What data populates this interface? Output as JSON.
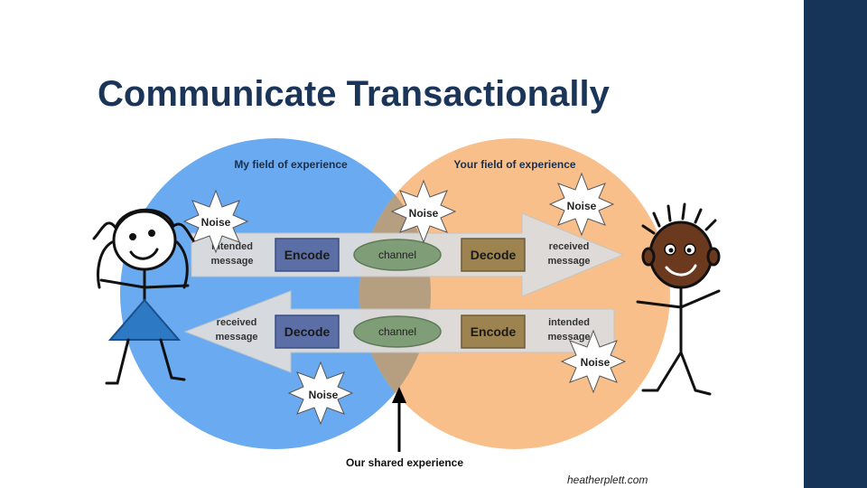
{
  "slide": {
    "title": "Communicate Transactionally",
    "credit": "heatherplett.com"
  },
  "diagram": {
    "my_field": "My field of experience",
    "your_field": "Your field of experience",
    "shared": "Our shared experience",
    "noise": "Noise",
    "top_flow": {
      "start_1": "intended",
      "start_2": "message",
      "encode": "Encode",
      "channel": "channel",
      "decode": "Decode",
      "end_1": "received",
      "end_2": "message"
    },
    "bottom_flow": {
      "start_1": "received",
      "start_2": "message",
      "decode": "Decode",
      "channel": "channel",
      "encode": "Encode",
      "end_1": "intended",
      "end_2": "message"
    }
  },
  "colors": {
    "title": "#1a3558",
    "side_bar": "#163358",
    "my_field": "#6aaaf0",
    "your_field": "#f8bf8a",
    "overlap": "#b69e80",
    "box": "#5b6fa6",
    "box_overlap": "#9c8350",
    "channel": "#7f9e77",
    "arrow": "#dcdcdc",
    "dress": "#2e79c4",
    "face_right": "#6b3a1e"
  }
}
